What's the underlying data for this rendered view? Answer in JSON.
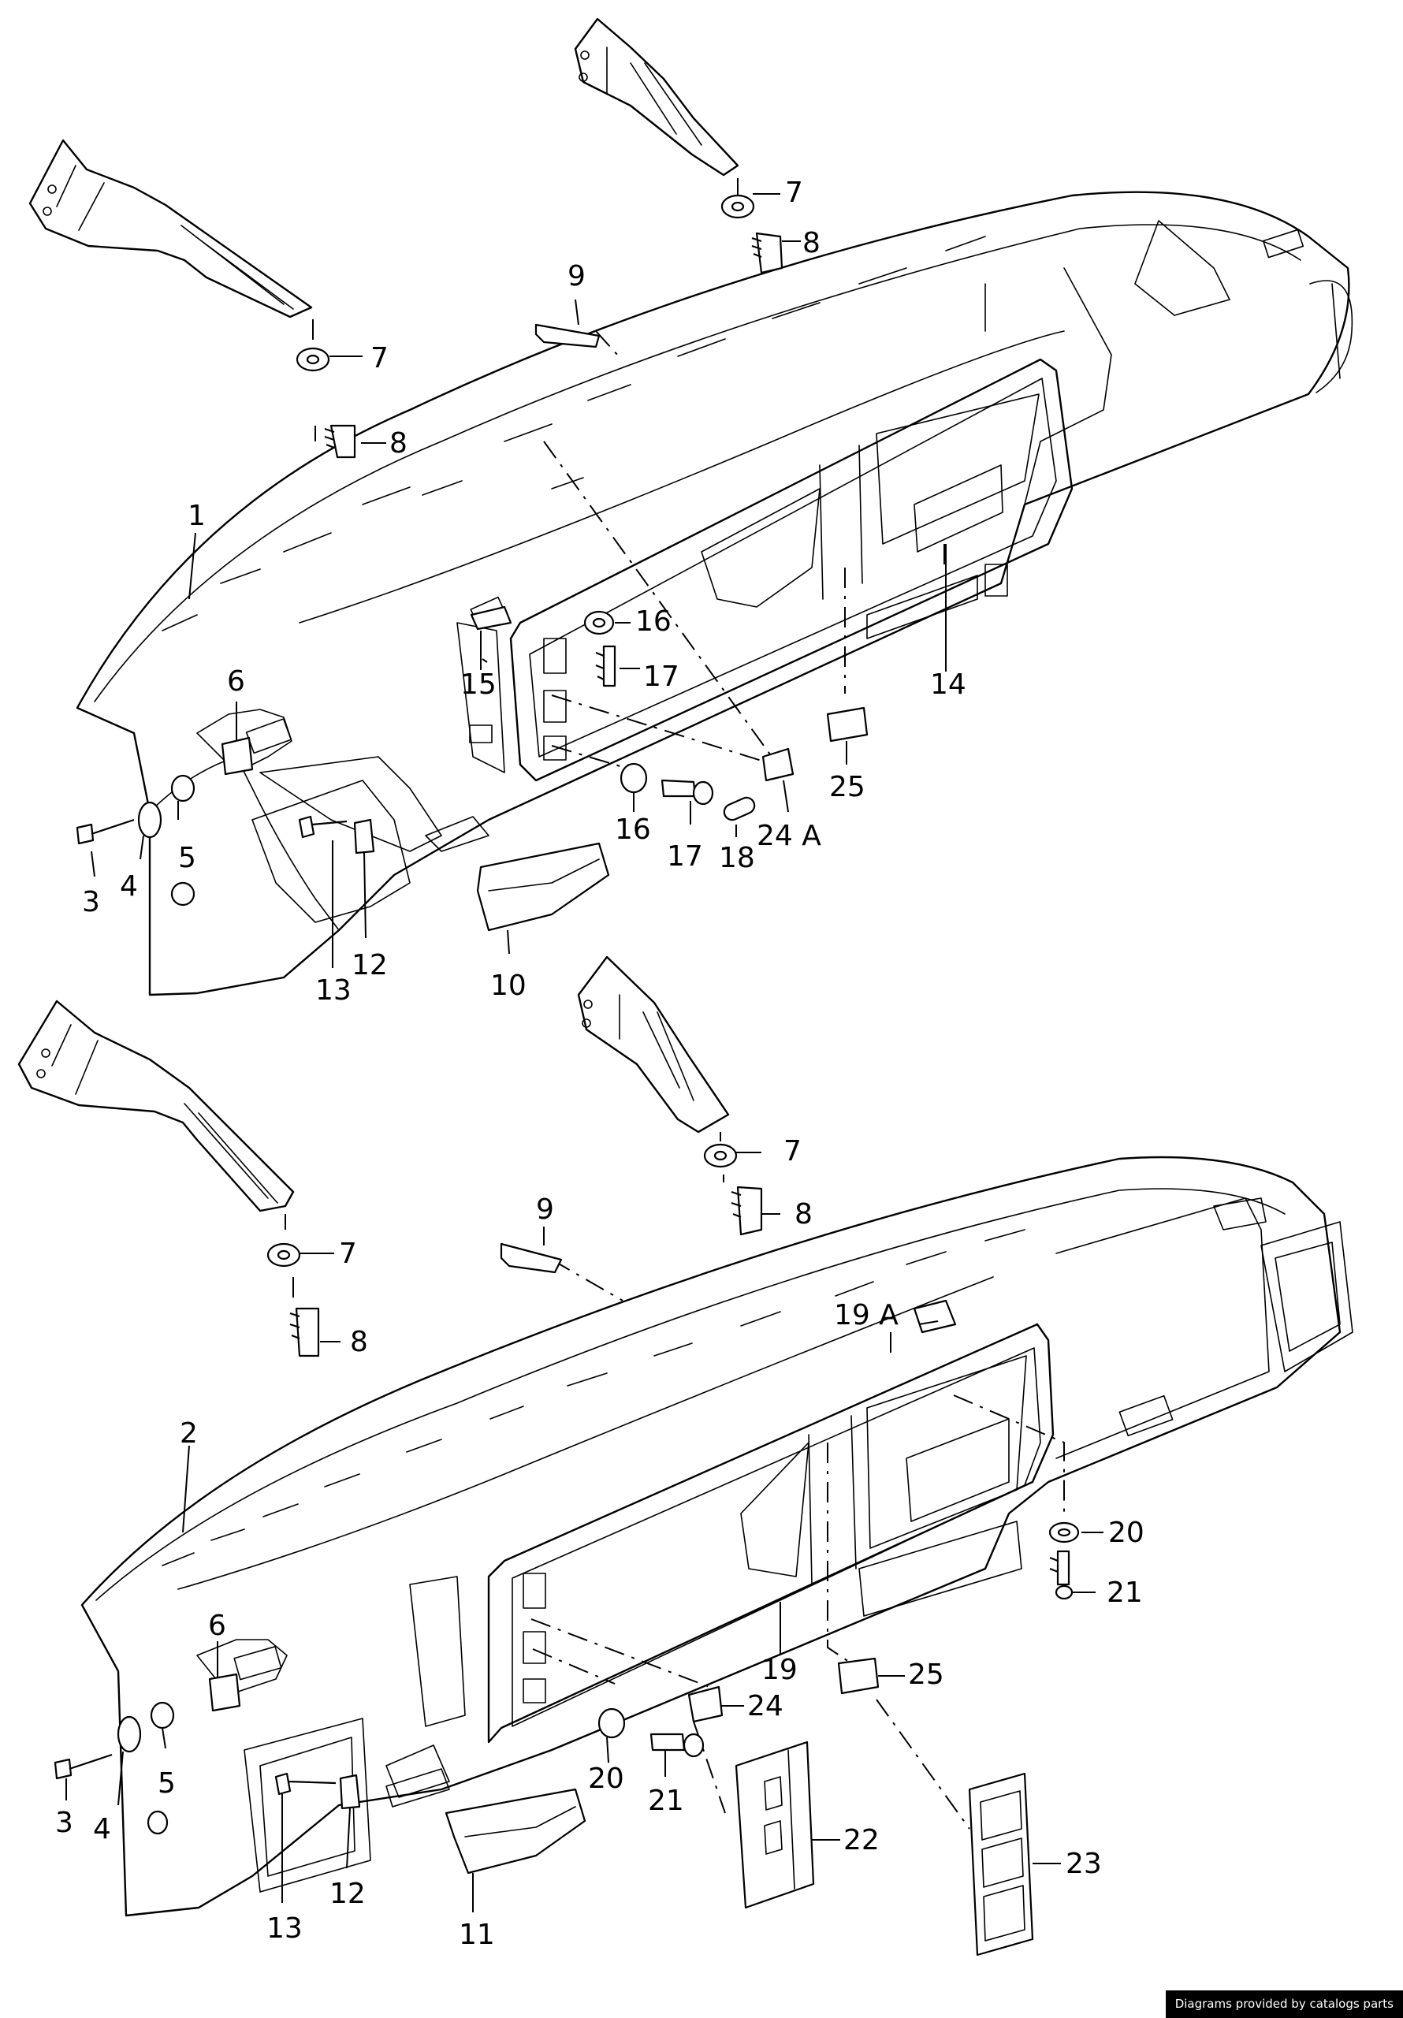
{
  "callouts": {
    "u1": "1",
    "u3": "3",
    "u4": "4",
    "u5": "5",
    "u6": "6",
    "u7a": "7",
    "u7b": "7",
    "u8a": "8",
    "u8b": "8",
    "u9": "9",
    "u10": "10",
    "u12": "12",
    "u13": "13",
    "u14": "14",
    "u15": "15",
    "u16a": "16",
    "u16b": "16",
    "u17a": "17",
    "u17b": "17",
    "u18": "18",
    "u24a": "24 A",
    "u25": "25",
    "l2": "2",
    "l3": "3",
    "l4": "4",
    "l5": "5",
    "l6": "6",
    "l7a": "7",
    "l7b": "7",
    "l8a": "8",
    "l8b": "8",
    "l9": "9",
    "l11": "11",
    "l12": "12",
    "l13": "13",
    "l19": "19",
    "l19a": "19 A",
    "l20a": "20",
    "l20b": "20",
    "l21a": "21",
    "l21b": "21",
    "l22": "22",
    "l23": "23",
    "l24": "24",
    "l25": "25"
  },
  "footer": {
    "credit": "Diagrams provided by catalogs parts"
  }
}
